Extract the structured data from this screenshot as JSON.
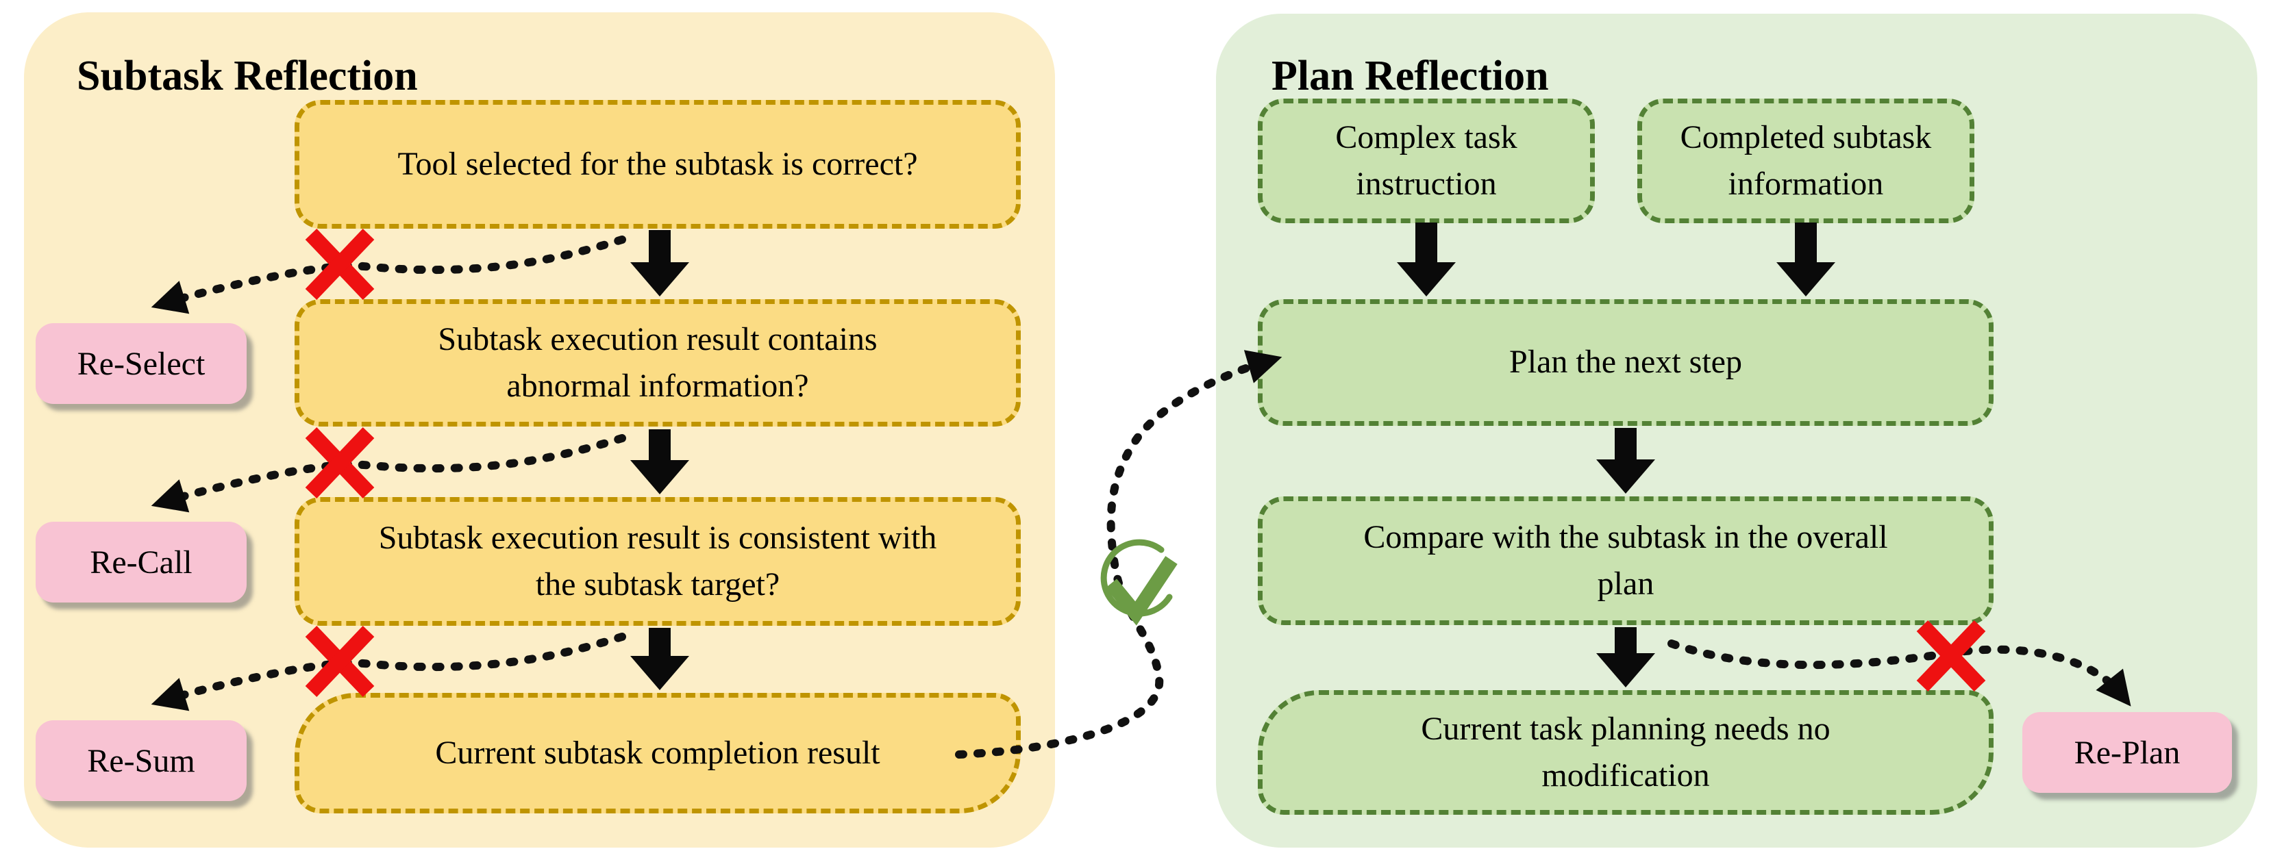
{
  "left": {
    "title": "Subtask Reflection",
    "boxes": [
      "Tool selected for the subtask is correct?",
      "Subtask execution result contains\nabnormal information?",
      "Subtask execution result is consistent with\nthe subtask target?",
      "Current subtask completion result"
    ],
    "labels": [
      "Re-Select",
      "Re-Call",
      "Re-Sum"
    ]
  },
  "right": {
    "title": "Plan Reflection",
    "boxes": [
      "Complex task\ninstruction",
      "Completed subtask\ninformation",
      "Plan the next step",
      "Compare with the subtask in the overall\nplan",
      "Current task planning needs no\nmodification"
    ],
    "label": "Re-Plan"
  },
  "icons": {
    "red_cross": "red-cross-icon",
    "green_check": "green-check-icon",
    "flow_arrow": "flow-arrow-down-icon",
    "dotted_arrow": "dotted-arrow-icon"
  },
  "colors": {
    "panel_left_bg": "#FCEEC8",
    "yellow_box_fill": "#FBDC84",
    "yellow_box_border": "#BF9400",
    "panel_right_bg": "#E2EFD9",
    "green_box_fill": "#C9E2B0",
    "green_box_border": "#538135",
    "pink_label_fill": "#F8C3D3",
    "cross_red": "#EE1111",
    "check_green": "#6C9C45",
    "arrow_black": "#000000"
  }
}
